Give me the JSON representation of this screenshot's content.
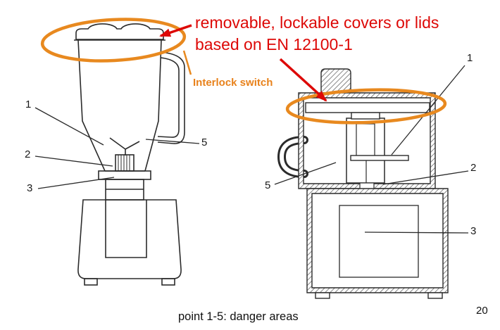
{
  "page": {
    "caption": "point 1-5: danger areas",
    "page_number": "20"
  },
  "annotations": {
    "covers_note_line1": "removable, lockable covers or lids",
    "covers_note_line2": "based on EN 12100-1",
    "interlock_label": "Interlock switch"
  },
  "figures": {
    "left": {
      "labels": {
        "l1": "1",
        "l2": "2",
        "l3": "3",
        "l5": "5"
      }
    },
    "right": {
      "labels": {
        "l1": "1",
        "l2": "2",
        "l3": "3",
        "l5": "5"
      }
    }
  },
  "colors": {
    "annotation_red": "#dd0806",
    "annotation_orange": "#e8891f",
    "drawing_line": "#2b2b2b"
  }
}
